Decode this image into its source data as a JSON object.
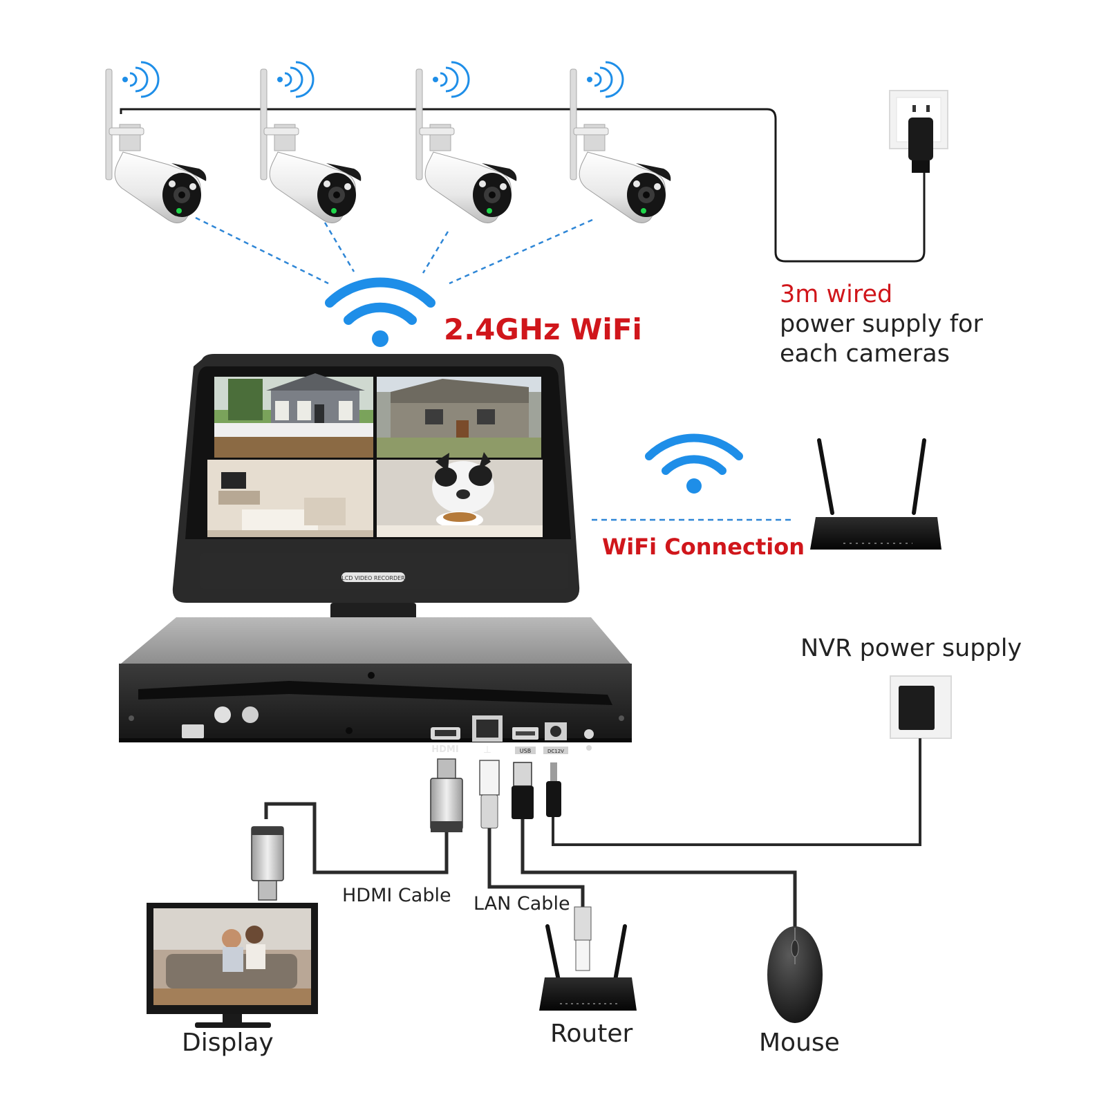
{
  "labels": {
    "wifi_band": "2.4GHz WiFi",
    "power_note_line1": "3m wired",
    "power_note_line2": "power supply for",
    "power_note_line3": "each cameras",
    "wifi_connection": "WiFi Connection",
    "nvr_power_supply": "NVR power supply",
    "hdmi_cable": "HDMI Cable",
    "lan_cable": "LAN Cable",
    "display": "Display",
    "router": "Router",
    "mouse": "Mouse"
  },
  "ports": {
    "hdmi": "HDMI",
    "usb": "USB",
    "dc": "DC12V"
  },
  "colors": {
    "accent_red": "#d0161b",
    "wifi_blue": "#1e8ee8",
    "cable": "#2a2a2a"
  }
}
